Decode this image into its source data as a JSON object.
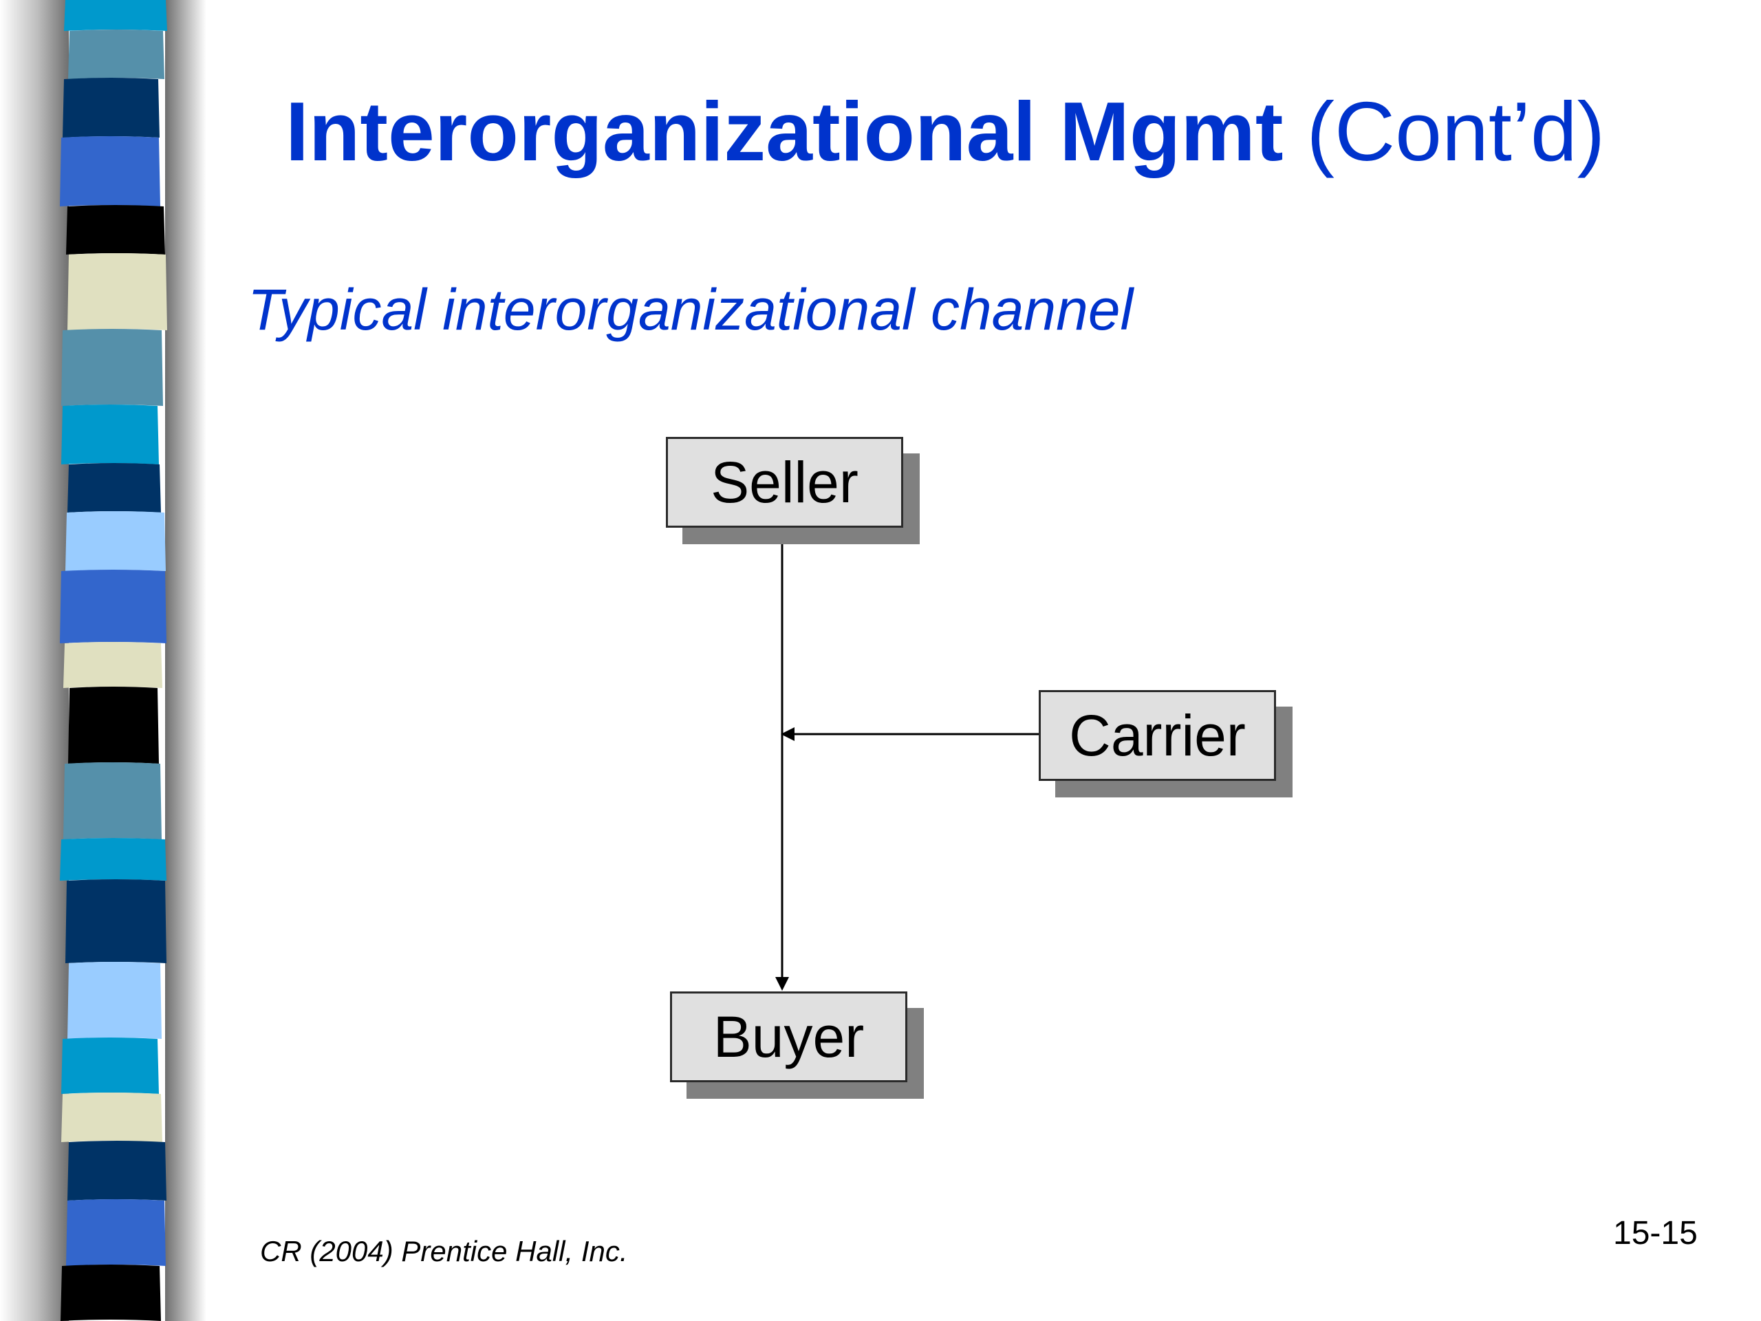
{
  "slide": {
    "title_bold": "Interorganizational Mgmt",
    "title_normal": "(Cont’d)",
    "subtitle": "Typical interorganizational channel"
  },
  "diagram": {
    "nodes": {
      "seller": "Seller",
      "carrier": "Carrier",
      "buyer": "Buyer"
    },
    "edges": [
      {
        "from": "seller",
        "to": "buyer"
      },
      {
        "from": "carrier",
        "to": "seller-buyer-link"
      }
    ]
  },
  "footer": {
    "copyright": "CR (2004) Prentice Hall, Inc.",
    "page_number": "15-15"
  },
  "colors": {
    "title": "#0033cc",
    "node_fill": "#e0e0e0",
    "node_shadow": "#808080",
    "strip_palette": [
      "#0099cc",
      "#5590aa",
      "#003366",
      "#3366cc",
      "#000000",
      "#e0e0c0",
      "#99ccff"
    ]
  }
}
